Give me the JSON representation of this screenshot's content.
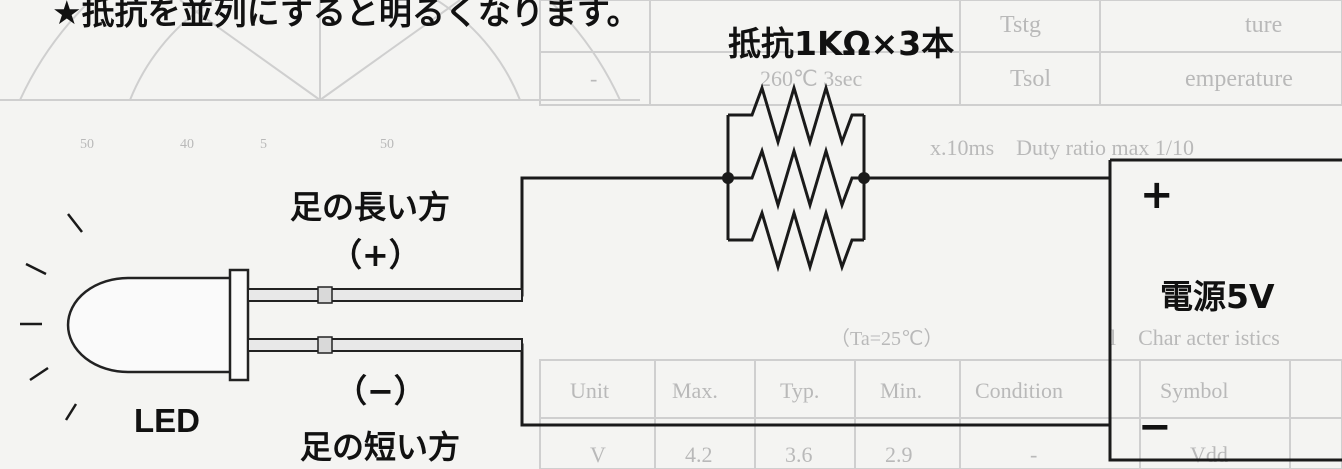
{
  "header": "★抵抗を並列にすると明るくなります。",
  "resistor_label": "抵抗1KΩ×3本",
  "led_label": "LED",
  "long_leg_label": "足の長い方",
  "long_leg_sign": "（+）",
  "short_leg_label": "足の短い方",
  "short_leg_sign": "（−）",
  "power": {
    "label": "電源5V",
    "plus": "+",
    "minus": "−"
  },
  "background": {
    "table_top": {
      "row1": [
        "ture",
        "Tstg"
      ],
      "row2": [
        "emperature",
        "Tsol",
        "260℃ 3sec",
        "-"
      ]
    },
    "note": "x.10ms　Duty ratio max 1/10",
    "char_title": "l　Char acter istics",
    "char_cond": "（Ta=25℃）",
    "char_headers": [
      "Symbol",
      "Condition",
      "Min.",
      "Typ.",
      "Max.",
      "Unit"
    ],
    "char_row": [
      "Vdd",
      "-",
      "2.9",
      "3.6",
      "4.2",
      "V"
    ],
    "angle_ticks": [
      "50",
      "40",
      "5",
      "50"
    ]
  }
}
